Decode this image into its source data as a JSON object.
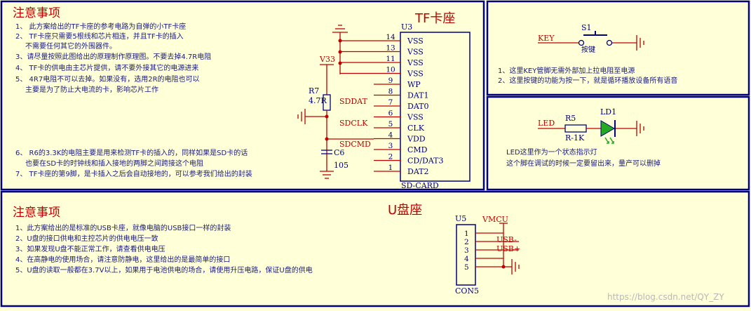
{
  "colors": {
    "frame": "#000080",
    "wire": "#c00000",
    "body": "#000080",
    "text": "#1a1a80",
    "title": "#c00000",
    "bg": "#ffffd8",
    "led": "#22aa22"
  },
  "tf": {
    "title": "TF卡座",
    "notes_title": "注意事项",
    "notes": [
      "1、 此方案给出的TF卡座的参考电路为自弹的小TF卡座",
      "2、 TF卡座只需要5根线和芯片相连，并且TF卡的插入",
      "不需要任何其它的外围器件。",
      "3、请尽量按照此图给出的原理制作原理图。不要去掉4.7R电阻",
      "4、 TF卡的供电由主芯片提供，请不要外接其它的电源进来",
      "5、 4R7电阻不可以去掉。如果没有，选用2R的电阻也可以",
      "主要是为了防止大电流的卡，影响芯片工作"
    ],
    "notes2": [
      "6、 R6的3.3K的电阻主要是用来检测TF卡的插入的，同样如果是SD卡的话",
      "也要在SD卡的时钟线和插入接地的两脚之间跨接这个电阻",
      "7、 TF卡座的第9脚，是卡插入之后会自动接地的，可以参考我们给出的封装"
    ],
    "ref": "U3",
    "part": "SD-CARD",
    "pins": [
      {
        "num": "14",
        "name": "VSS"
      },
      {
        "num": "13",
        "name": "VSS"
      },
      {
        "num": "11",
        "name": "VSS"
      },
      {
        "num": "10",
        "name": "VSS"
      },
      {
        "num": "9",
        "name": "WP"
      },
      {
        "num": "8",
        "name": "DAT1"
      },
      {
        "num": "7",
        "name": "DAT0"
      },
      {
        "num": "6",
        "name": "VSS"
      },
      {
        "num": "5",
        "name": "CLK"
      },
      {
        "num": "4",
        "name": "VDD"
      },
      {
        "num": "3",
        "name": "CMD"
      },
      {
        "num": "2",
        "name": "CD/DAT3"
      },
      {
        "num": "1",
        "name": "DAT2"
      }
    ],
    "nets": {
      "sddat": "SDDAT",
      "sdclk": "SDCLK",
      "sdcmd": "SDCMD",
      "v33": "V33"
    },
    "r7": {
      "ref": "R7",
      "value": "4.7R"
    },
    "c6": {
      "ref": "C6",
      "value": "105"
    }
  },
  "key": {
    "net": "KEY",
    "ref": "S1",
    "label": "按键",
    "notes": [
      "1、这里KEY管脚无需外部加上拉电阻至电源",
      "2、这里按键的功能为按一下，就是循环播放设备所有语音"
    ]
  },
  "led": {
    "net": "LED",
    "r_ref": "R5",
    "r_value": "R-1K",
    "ref": "LD1",
    "notes": [
      "LED这里作为一个状态指示灯",
      "这个脚在调试的时候一定要留出来，量产可以删掉"
    ]
  },
  "usb": {
    "title": "U盘座",
    "notes_title": "注意事项",
    "notes": [
      "1、此方案给出的是标准的USB卡座，就像电脑的USB接口一样的封装",
      "2、U盘的接口供电和主控芯片的供电电压一致",
      "3、如果发现U盘不能正常工作，请查看供电电压",
      "4、在高静电的使用场合，请注意防静电，这里给出的是最简单的接口",
      "5、U盘的读取一般都在3.7V以上，如果用于电池供电的场合，请使用升压电路，保证U盘的供电"
    ],
    "ref": "U5",
    "part": "CON5",
    "pins": [
      "1",
      "2",
      "3",
      "4",
      "5"
    ],
    "nets": {
      "vmcu": "VMCU",
      "dm": "USB-",
      "dp": "USB+"
    }
  },
  "watermark": "https://blog.csdn.net/QY_ZY"
}
